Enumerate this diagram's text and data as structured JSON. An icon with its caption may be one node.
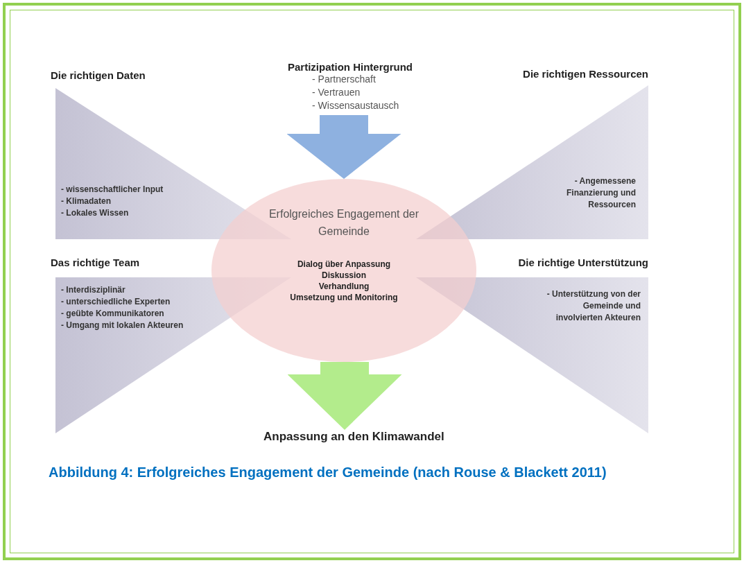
{
  "diagram": {
    "caption": "Abbildung 4: Erfolgreiches Engagement der Gemeinde (nach Rouse & Blackett 2011)",
    "nodes": [
      {
        "text": [
          "Partizipation Hintergrund",
          "- Partnerschaft",
          "- Vertrauen",
          "- Wissensaustausch"
        ]
      },
      {
        "text": [
          "Die richtigen Daten",
          "- wissenschaftlicher Input",
          "- Klimadaten",
          "- Lokales Wissen"
        ]
      },
      {
        "text": [
          "Die richtigen Ressourcen",
          "- Angemessene Finanzierung und Ressourcen"
        ]
      },
      {
        "text": [
          "Erfolgreiches Engagement der Gemeinde",
          "Dialog über Anpassung",
          "Diskussion",
          "Verhandlung",
          "Umsetzung und Monitoring"
        ]
      },
      {
        "text": [
          "Das richtige Team",
          "- Interdisziplinär",
          "- unterschiedliche Experten",
          "- geübte Kommunikatoren",
          "- Umgang mit lokalen Akteuren"
        ]
      },
      {
        "text": [
          "Die richtige Unterstützung",
          "- Unterstützung von der Gemeinde und involvierten Akteuren"
        ]
      },
      {
        "text": [
          "Anpassung an den Klimawandel"
        ]
      }
    ],
    "edges": [
      {
        "from": 0,
        "to": 3,
        "arrow": "to",
        "color": "#8eb1e0"
      },
      {
        "from": 3,
        "to": 6,
        "arrow": "to",
        "color": "#b3ec8c"
      }
    ]
  }
}
